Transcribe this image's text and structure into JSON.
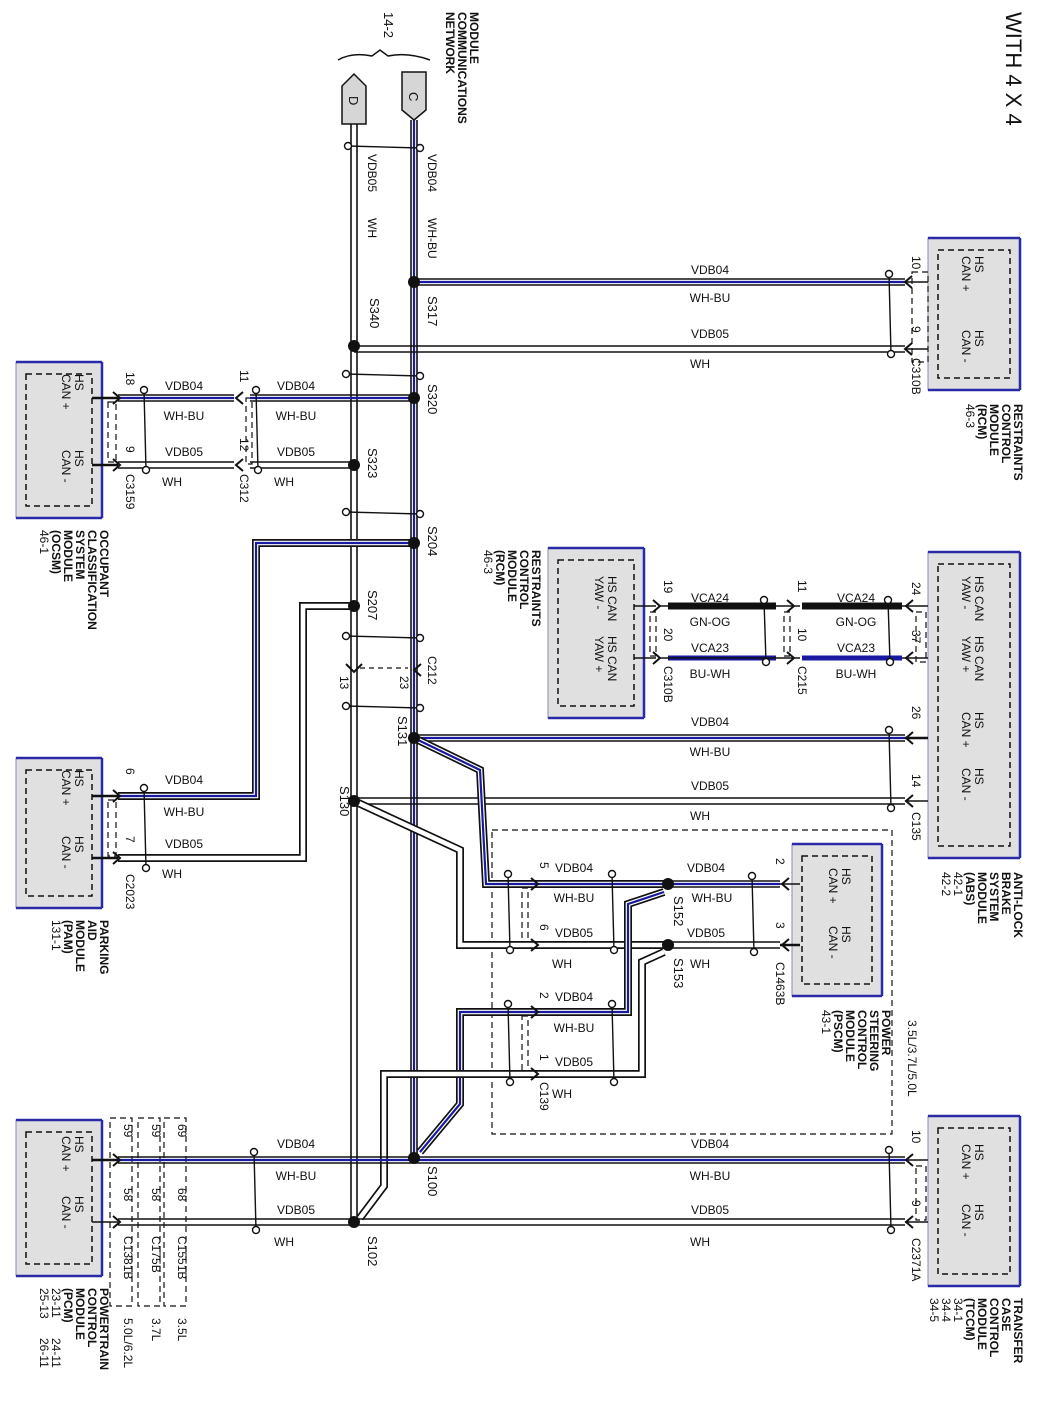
{
  "title": "WITH 4 X 4",
  "network": {
    "label": [
      "MODULE",
      "COMMUNICATIONS",
      "NETWORK"
    ],
    "ref": "14-2",
    "connectors": [
      {
        "id": "C",
        "circuit": "VDB04",
        "color": "WH-BU"
      },
      {
        "id": "D",
        "circuit": "VDB05",
        "color": "WH"
      }
    ]
  },
  "colors": {
    "wire_blue": "#1a1aa0",
    "wire_black": "#111111",
    "module_fill": "#e0e0e0",
    "module_border": "#2a2aa8"
  },
  "splices": [
    "S317",
    "S340",
    "S320",
    "S323",
    "S204",
    "S207",
    "S131",
    "S130",
    "S152",
    "S153",
    "S100",
    "S102"
  ],
  "inline_connectors": {
    "C212": {
      "pins": [
        "23",
        "13"
      ]
    },
    "C312": {
      "pins": [
        "11",
        "12"
      ]
    },
    "C215": {
      "pins": [
        "11",
        "10"
      ]
    },
    "C139": {
      "pins": [
        "5",
        "6",
        "2",
        "1"
      ]
    }
  },
  "modules": {
    "rcm_top": {
      "name": [
        "RESTRAINTS",
        "CONTROL",
        "MODULE",
        "(RCM)",
        "46-3"
      ],
      "pins": [
        {
          "label": "HS CAN +",
          "pin": "10",
          "circuit": "VDB04",
          "color": "WH-BU"
        },
        {
          "label": "HS CAN -",
          "pin": "9",
          "circuit": "VDB05",
          "color": "WH"
        }
      ],
      "connector": "C310B"
    },
    "ocsm": {
      "name": [
        "OCCUPANT",
        "CLASSIFICATION",
        "SYSTEM",
        "MODULE",
        "(OCSM)",
        "46-1"
      ],
      "pins": [
        {
          "label": "HS CAN +",
          "pin": "18",
          "circuit": "VDB04",
          "color": "WH-BU"
        },
        {
          "label": "HS CAN -",
          "pin": "9",
          "circuit": "VDB05",
          "color": "WH"
        }
      ],
      "connector": "C3159"
    },
    "rcm_yaw": {
      "name": [
        "RESTRAINTS",
        "CONTROL",
        "MODULE",
        "(RCM)",
        "46-3"
      ],
      "pins": [
        {
          "label": "HS CAN YAW -",
          "pin": "19",
          "circuit": "VCA24",
          "color": "GN-OG"
        },
        {
          "label": "HS CAN YAW +",
          "pin": "20",
          "circuit": "VCA23",
          "color": "BU-WH"
        }
      ],
      "connector": "C310B"
    },
    "abs": {
      "name": [
        "ANTI-LOCK",
        "BRAKE",
        "SYSTEM",
        "MODULE",
        "(ABS)",
        "42-1",
        "42-2"
      ],
      "pins": [
        {
          "label": "HS CAN YAW -",
          "pin": "24",
          "circuit": "VCA24",
          "color": "GN-OG"
        },
        {
          "label": "HS CAN YAW +",
          "pin": "37",
          "circuit": "VCA23",
          "color": "BU-WH"
        },
        {
          "label": "HS CAN +",
          "pin": "26",
          "circuit": "VDB04",
          "color": "WH-BU"
        },
        {
          "label": "HS CAN -",
          "pin": "14",
          "circuit": "VDB05",
          "color": "WH"
        }
      ],
      "connector": "C135"
    },
    "pam": {
      "name": [
        "PARKING",
        "AID",
        "MODULE",
        "(PAM)",
        "131-1"
      ],
      "pins": [
        {
          "label": "HS CAN +",
          "pin": "6",
          "circuit": "VDB04",
          "color": "WH-BU"
        },
        {
          "label": "HS CAN -",
          "pin": "7",
          "circuit": "VDB05",
          "color": "WH"
        }
      ],
      "connector": "C2023"
    },
    "pscm": {
      "name": [
        "POWER",
        "STEERING",
        "CONTROL",
        "MODULE",
        "(PSCM)",
        "43-1"
      ],
      "pins": [
        {
          "label": "HS CAN +",
          "pin": "2",
          "circuit": "VDB04",
          "color": "WH-BU"
        },
        {
          "label": "HS CAN -",
          "pin": "3",
          "circuit": "VDB05",
          "color": "WH"
        }
      ],
      "connector": "C1463B",
      "variant": "3.5L/3.7L/5.0L"
    },
    "pcm": {
      "name": [
        "POWERTRAIN",
        "CONTROL",
        "MODULE",
        "(PCM)",
        "23-11  24-11",
        "25-13  26-11"
      ],
      "pins": [
        {
          "label": "HS CAN +",
          "circuit": "VDB04",
          "color": "WH-BU"
        },
        {
          "label": "HS CAN -",
          "circuit": "VDB05",
          "color": "WH"
        }
      ],
      "connectors": [
        {
          "id": "C1381B",
          "pins": [
            "59",
            "58"
          ],
          "engine": "5.0L/6.2L"
        },
        {
          "id": "C175B",
          "pins": [
            "59",
            "58"
          ],
          "engine": "3.7L"
        },
        {
          "id": "C1551B",
          "pins": [
            "69",
            "68"
          ],
          "engine": "3.5L"
        }
      ]
    },
    "tccm": {
      "name": [
        "TRANSFER",
        "CASE",
        "CONTROL",
        "MODULE",
        "(TCCM)",
        "34-1",
        "34-4",
        "34-5"
      ],
      "pins": [
        {
          "label": "HS CAN +",
          "pin": "10",
          "circuit": "VDB04",
          "color": "WH-BU"
        },
        {
          "label": "HS CAN -",
          "pin": "9",
          "circuit": "VDB05",
          "color": "WH"
        }
      ],
      "connector": "C2371A"
    }
  },
  "wire_labels": {
    "vdb04": "VDB04",
    "vdb05": "VDB05",
    "whbu": "WH-BU",
    "wh": "WH",
    "vca24": "VCA24",
    "vca23": "VCA23",
    "gnog": "GN-OG",
    "buwh": "BU-WH",
    "hs": "HS",
    "canp": "CAN +",
    "canm": "CAN -",
    "hscan": "HS CAN",
    "yawm": "YAW -",
    "yawp": "YAW +"
  }
}
